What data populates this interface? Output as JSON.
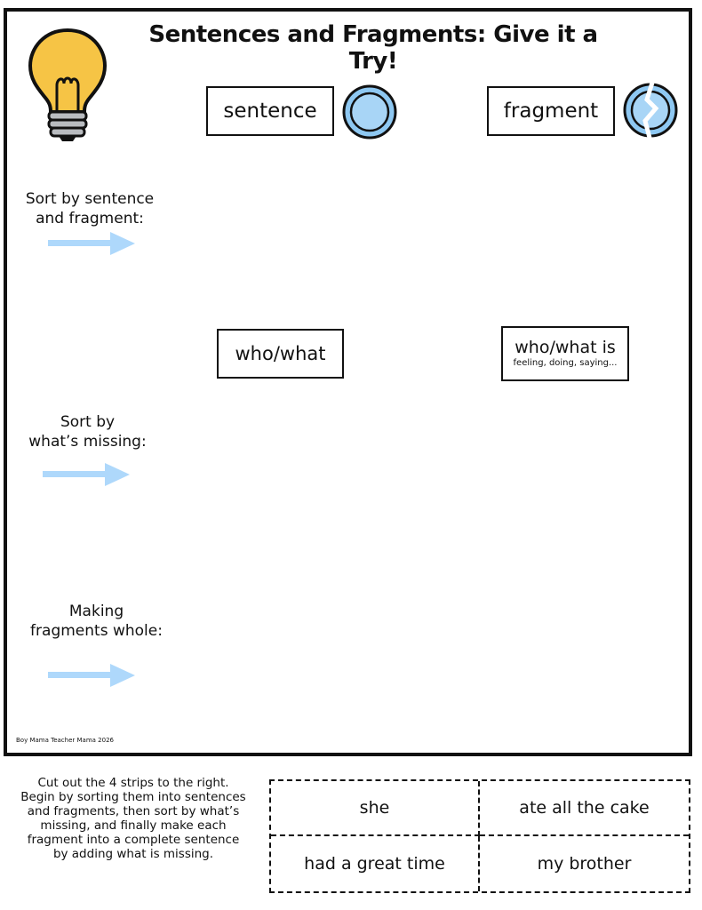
{
  "title": "Sentences and Fragments: Give it a Try!",
  "headers": {
    "sentence": "sentence",
    "fragment": "fragment",
    "who_what": "who/what",
    "who_what_is": "who/what is",
    "who_what_is_sub": "feeling, doing, saying..."
  },
  "sections": {
    "sort_sentence_fragment": [
      "Sort by sentence",
      "and fragment:"
    ],
    "sort_missing": [
      "Sort by",
      "what’s missing:"
    ],
    "making_whole": [
      "Making",
      "fragments whole:"
    ]
  },
  "credit": "Boy Mama Teacher Mama 2026",
  "instructions": "Cut out the 4 strips to the right. Begin by sorting them into sentences and fragments, then sort by what’s missing, and finally make each fragment into a complete sentence by adding what is missing.",
  "strips": [
    "she",
    "ate all the cake",
    "had a great time",
    "my brother"
  ],
  "colors": {
    "arrow": "#aed8fb",
    "plate": "#8ec8f2",
    "bulb": "#f6c445",
    "bulb_base": "#b9bcc0"
  },
  "icons": {
    "bulb": "lightbulb-icon",
    "whole_plate": "plate-icon",
    "broken_plate": "broken-plate-icon",
    "arrow": "arrow-right-icon"
  }
}
